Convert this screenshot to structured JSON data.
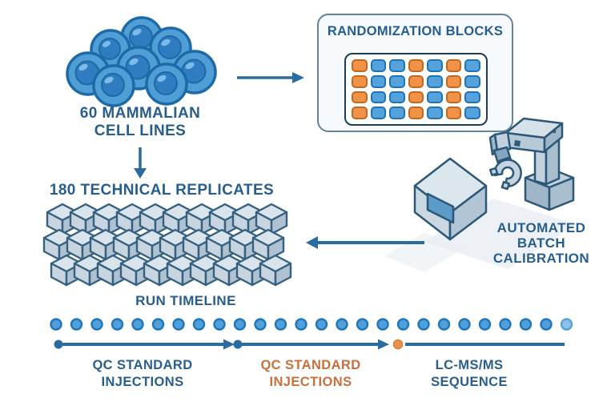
{
  "diagram": {
    "cells": {
      "label_line1": "60 MAMMALIAN",
      "label_line2": "CELL LINES"
    },
    "replicates": {
      "label": "180 TECHNICAL REPLICATES",
      "rows": 3,
      "cubes_per_row": 10
    },
    "randomization": {
      "title": "RANDOMIZATION BLOCKS",
      "well_grid": [
        [
          "orange",
          "blue",
          "blue",
          "orange",
          "blue",
          "orange",
          "blue"
        ],
        [
          "orange",
          "blue",
          "blue",
          "orange",
          "blue",
          "orange",
          "blue"
        ],
        [
          "orange",
          "blue",
          "blue",
          "orange",
          "blue",
          "orange",
          "blue"
        ],
        [
          "orange",
          "blue",
          "blue",
          "orange",
          "blue",
          "orange",
          "blue"
        ]
      ]
    },
    "robot": {
      "label_line1": "AUTOMATED",
      "label_line2": "BATCH",
      "label_line3": "CALIBRATION"
    },
    "timeline": {
      "title": "RUN TIMELINE",
      "dot_count": 26,
      "last_dot_lighter": true,
      "segments": [
        {
          "label_line1": "QC STANDARD",
          "label_line2": "INJECTIONS",
          "color": "blue",
          "style": "arrow"
        },
        {
          "label_line1": "QC STANDARD",
          "label_line2": "INJECTIONS",
          "color": "orange",
          "style": "arrow"
        },
        {
          "label_line1": "LC-MS/MS",
          "label_line2": "SEQUENCE",
          "color": "blue",
          "style": "line"
        }
      ]
    },
    "colors": {
      "text_blue": "#275E8E",
      "text_orange": "#C8703C",
      "arrow_blue": "#2A6C9F",
      "cell_fill": "#4F9FD6",
      "well_orange": "#F09348",
      "well_blue": "#55A3DC",
      "dot_fill": "#4DA0DC"
    }
  }
}
